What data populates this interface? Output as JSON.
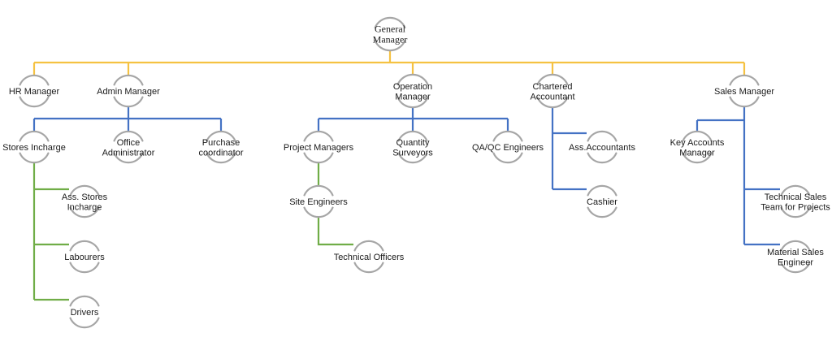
{
  "colors": {
    "level1": "#f5c242",
    "level2": "#4472c4",
    "level3": "#70ad47",
    "node_arc": "#a6a6a6"
  },
  "nodes": {
    "general_manager": [
      "General",
      "Manager"
    ],
    "hr_manager": [
      "HR Manager"
    ],
    "admin_manager": [
      "Admin Manager"
    ],
    "operation_manager": [
      "Operation",
      "Manager"
    ],
    "chartered_accountant": [
      "Chartered",
      "Accountant"
    ],
    "sales_manager": [
      "Sales Manager"
    ],
    "stores_incharge": [
      "Stores Incharge"
    ],
    "office_administrator": [
      "Office",
      "Administrator"
    ],
    "purchase_coordinator": [
      "Purchase",
      "coordinator"
    ],
    "ass_stores_incharge": [
      "Ass. Stores",
      "Incharge"
    ],
    "labourers": [
      "Labourers"
    ],
    "drivers": [
      "Drivers"
    ],
    "project_managers": [
      "Project Managers"
    ],
    "quantity_surveyors": [
      "Quantity",
      "Surveyors"
    ],
    "qa_qc_engineers": [
      "QA/QC Engineers"
    ],
    "site_engineers": [
      "Site Engineers"
    ],
    "technical_officers": [
      "Technical Officers"
    ],
    "ass_accountants": [
      "Ass.Accountants"
    ],
    "cashier": [
      "Cashier"
    ],
    "key_accounts_manager": [
      "Key Accounts",
      "Manager"
    ],
    "technical_sales_team": [
      "Technical Sales",
      "Team for Projects"
    ],
    "material_sales_engineer": [
      "Material Sales",
      "Engineer"
    ]
  }
}
